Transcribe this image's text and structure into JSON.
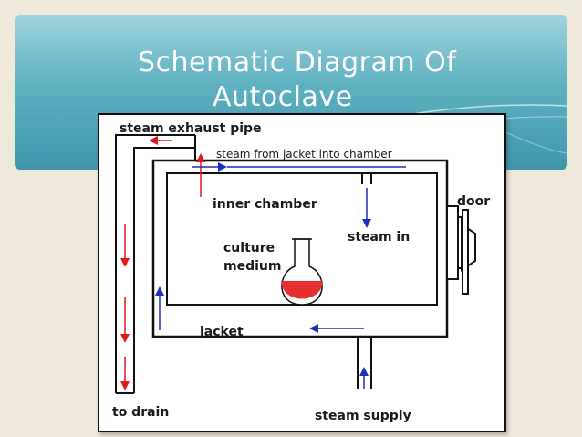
{
  "slide": {
    "title_line1": "Schematic Diagram Of",
    "title_line2": "Autoclave"
  },
  "diagram": {
    "labels": {
      "steam_exhaust_pipe": "steam exhaust pipe",
      "steam_from_jacket": "steam from jacket into chamber",
      "inner_chamber": "inner chamber",
      "steam_in": "steam in",
      "culture_medium_1": "culture",
      "culture_medium_2": "medium",
      "door": "door",
      "jacket": "jacket",
      "to_drain": "to drain",
      "steam_supply": "steam supply"
    },
    "colors": {
      "steam_arrow": "#1f2fb8",
      "exhaust_arrow": "#e01818",
      "medium": "#e53030",
      "frame": "#111111"
    }
  }
}
